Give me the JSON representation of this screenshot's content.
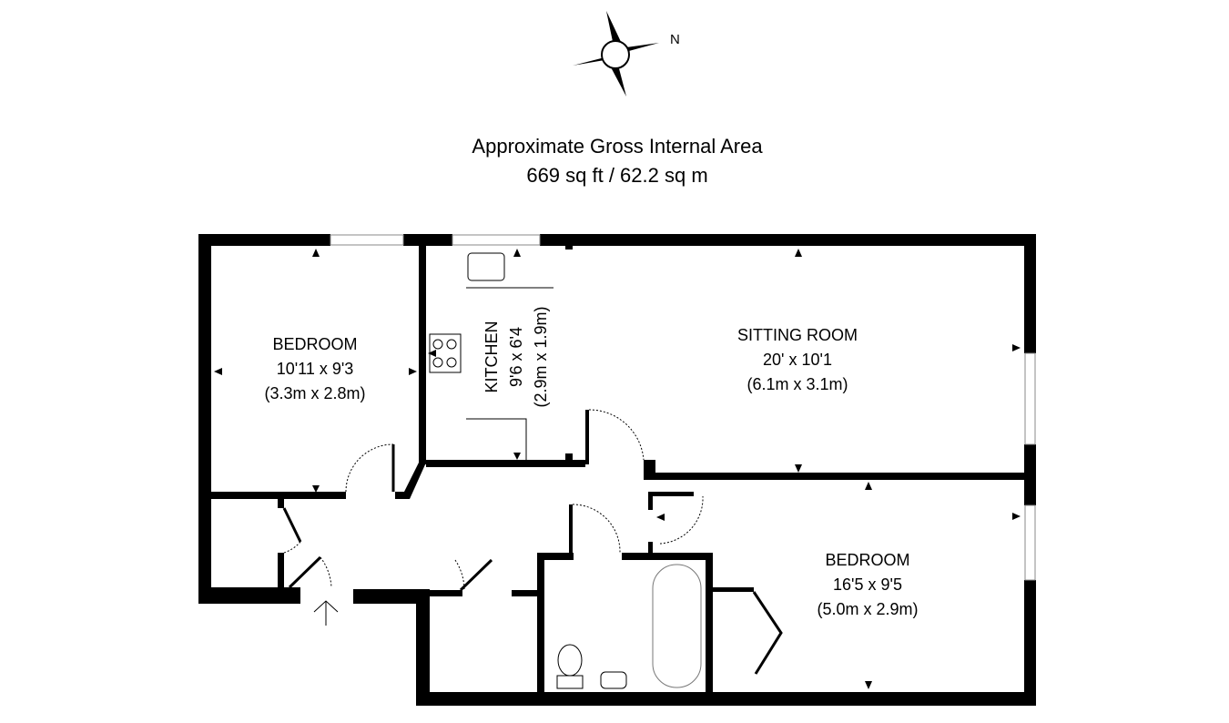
{
  "compass": {
    "north_label": "N"
  },
  "area": {
    "title": "Approximate Gross Internal Area",
    "value": "669 sq ft / 62.2 sq m"
  },
  "rooms": [
    {
      "name": "BEDROOM",
      "imperial": "10'11 x 9'3",
      "metric": "(3.3m x 2.8m)"
    },
    {
      "name": "KITCHEN",
      "imperial": "9'6 x 6'4",
      "metric": "(2.9m x 1.9m)"
    },
    {
      "name": "SITTING ROOM",
      "imperial": "20' x 10'1",
      "metric": "(6.1m x 3.1m)"
    },
    {
      "name": "BEDROOM",
      "imperial": "16'5 x 9'5",
      "metric": "(5.0m x 2.9m)"
    }
  ],
  "colors": {
    "wall": "#000000",
    "background": "#ffffff"
  }
}
